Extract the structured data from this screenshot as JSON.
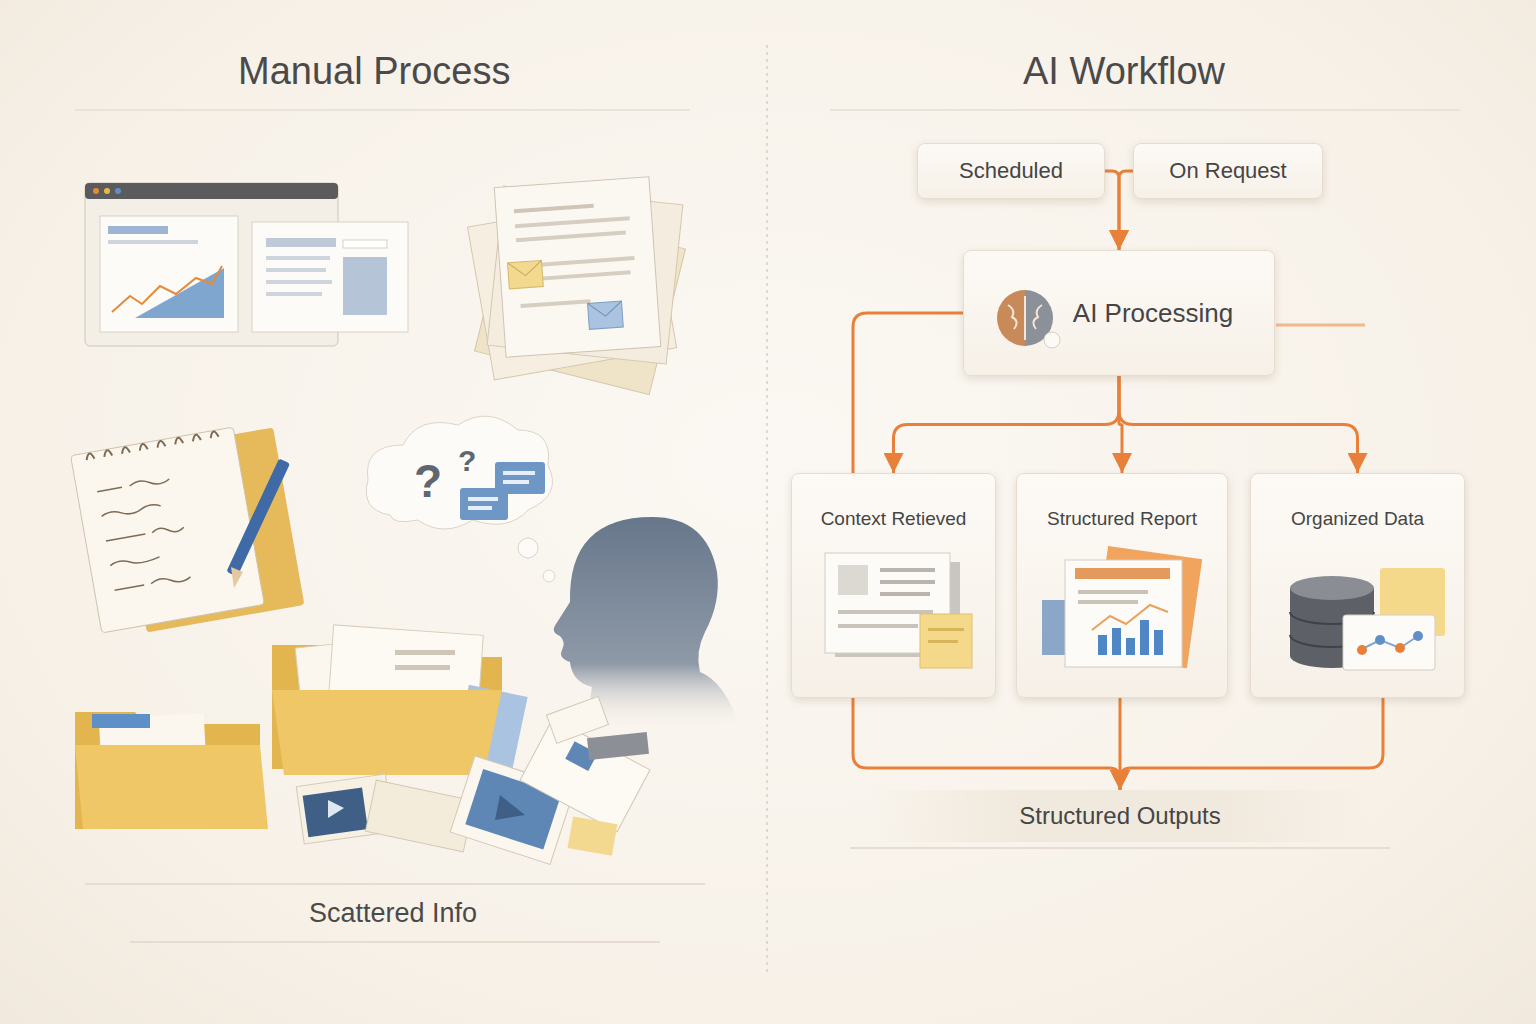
{
  "diagram": {
    "nodes": [
      {
        "text": [
          "Scheduled"
        ]
      },
      {
        "text": [
          "On Request"
        ]
      },
      {
        "text": [
          "AI Processing"
        ]
      },
      {
        "text": [
          "Context Retieved"
        ]
      },
      {
        "text": [
          "Structured Report"
        ]
      },
      {
        "text": [
          "Organized Data"
        ]
      },
      {
        "text": [
          "Structured Outputs"
        ]
      }
    ],
    "edges": [
      {
        "from": 0,
        "to": 2,
        "arrow": "to"
      },
      {
        "from": 1,
        "to": 2,
        "arrow": "to"
      },
      {
        "from": 2,
        "to": 3,
        "arrow": "to"
      },
      {
        "from": 2,
        "to": 4,
        "arrow": "to"
      },
      {
        "from": 2,
        "to": 5,
        "arrow": "to"
      },
      {
        "from": 2,
        "to": 3,
        "arrow": "none"
      },
      {
        "from": 3,
        "to": 6,
        "arrow": "to"
      },
      {
        "from": 4,
        "to": 6,
        "arrow": "to"
      },
      {
        "from": 5,
        "to": 6,
        "arrow": "to"
      }
    ],
    "labels": [
      "Manual Process",
      "AI Workflow",
      "?",
      "?",
      "Scattered Info"
    ]
  }
}
